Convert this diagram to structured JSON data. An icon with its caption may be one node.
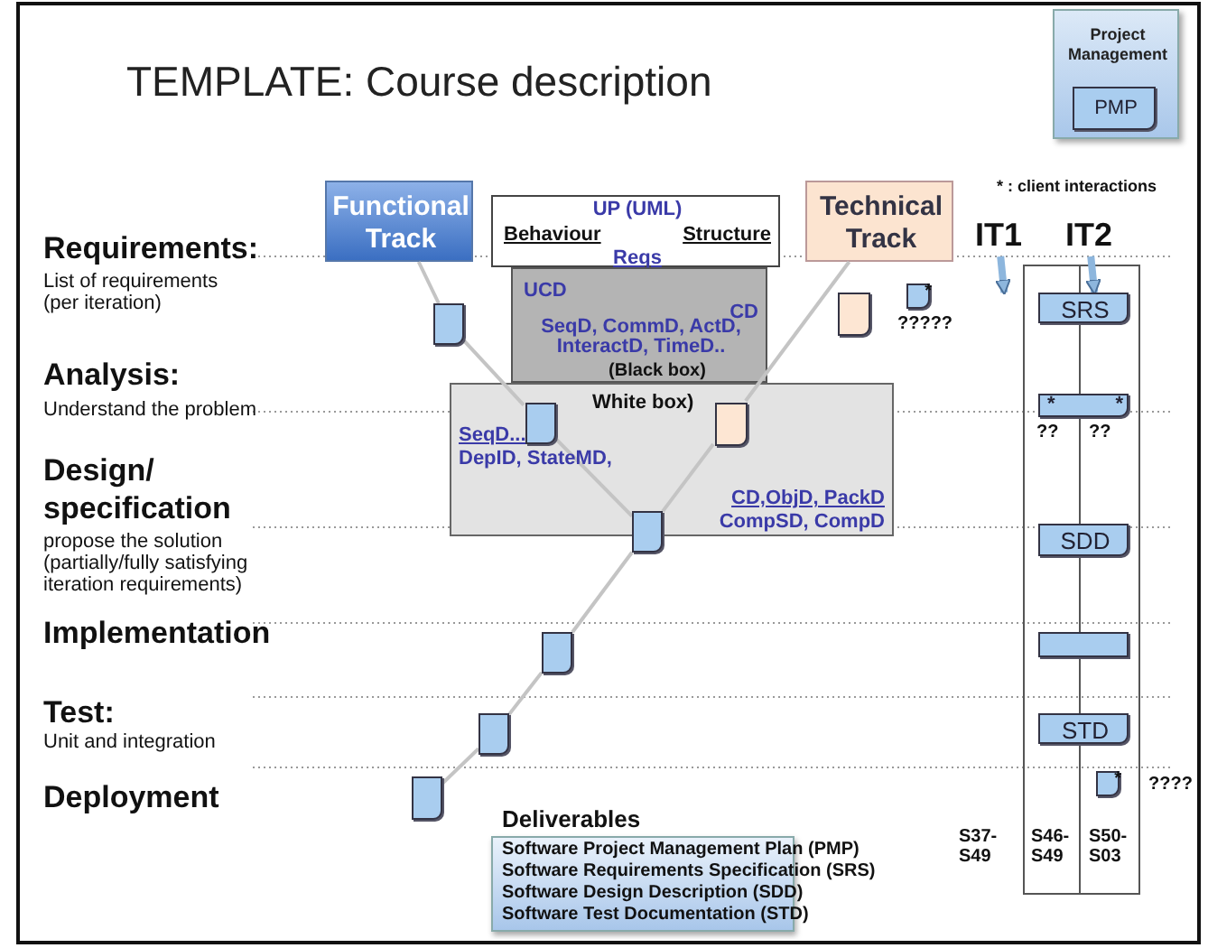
{
  "diagram": {
    "title": "TEMPLATE: Course description",
    "nodes": [
      {
        "text": [
          "Project Management"
        ]
      },
      {
        "text": [
          "PMP"
        ],
        "in": 0
      },
      {
        "text": [
          "Functional Track"
        ]
      },
      {
        "text": [
          "UP (UML)",
          "Behaviour",
          "Structure",
          "Reqs"
        ]
      },
      {
        "text": [
          "UCD",
          "CD",
          "SeqD, CommD, ActD, InteractD, TimeD..",
          "(Black box)"
        ]
      },
      {
        "text": [
          "White box)",
          "SeqD...",
          "DepID, StateMD,",
          "CD,ObjD, PackD",
          "CompSD, CompD"
        ]
      },
      {
        "text": [
          "Technical Track"
        ]
      },
      {
        "text": [],
        "shape": "document"
      },
      {
        "text": [],
        "shape": "document"
      },
      {
        "text": [
          "*"
        ],
        "beside": [
          "?????"
        ]
      },
      {
        "text": [],
        "shape": "document",
        "in": 5
      },
      {
        "text": [],
        "shape": "document",
        "in": 5
      },
      {
        "text": [],
        "shape": "document"
      },
      {
        "text": [],
        "shape": "document"
      },
      {
        "text": [],
        "shape": "document"
      },
      {
        "text": [],
        "shape": "document"
      },
      {
        "text": [
          "IT1"
        ]
      },
      {
        "text": [
          "IT2"
        ]
      },
      {
        "text": [
          "SRS"
        ]
      },
      {
        "text": [
          "*",
          "*"
        ],
        "beside": [
          "??",
          "??"
        ]
      },
      {
        "text": [
          "SDD"
        ]
      },
      {
        "text": [],
        "shape": "bar"
      },
      {
        "text": [
          "STD"
        ]
      },
      {
        "text": [
          "*"
        ],
        "beside": [
          "????"
        ]
      },
      {
        "text": [
          "Deliverables",
          "Software Project Management Plan (PMP)",
          "Software Requirements Specification (SRS)",
          "Software Design Description (SDD)",
          "Software Test Documentation (STD)"
        ]
      }
    ],
    "edges": [
      {
        "from": 2,
        "to": 7,
        "arrow": "none"
      },
      {
        "from": 7,
        "to": 10,
        "arrow": "none"
      },
      {
        "from": 10,
        "to": 12,
        "arrow": "none"
      },
      {
        "from": 6,
        "to": 11,
        "arrow": "none"
      },
      {
        "from": 11,
        "to": 12,
        "arrow": "none"
      },
      {
        "from": 12,
        "to": 13,
        "arrow": "none"
      },
      {
        "from": 13,
        "to": 14,
        "arrow": "none"
      },
      {
        "from": 14,
        "to": 15,
        "arrow": "none"
      },
      {
        "from": 16,
        "to": 18,
        "arrow": "to",
        "style": "thick"
      },
      {
        "from": 17,
        "to": 18,
        "arrow": "to",
        "style": "thick"
      }
    ],
    "labels": [
      "* : client interactions",
      "Requirements:",
      "List of requirements (per iteration)",
      "Analysis:",
      "Understand the problem",
      "Design/ specification",
      "propose the solution (partially/fully satisfying iteration requirements)",
      "Implementation",
      "Test:",
      "Unit and integration",
      "Deployment",
      "S37- S49",
      "S46- S49",
      "S50- S03"
    ]
  }
}
